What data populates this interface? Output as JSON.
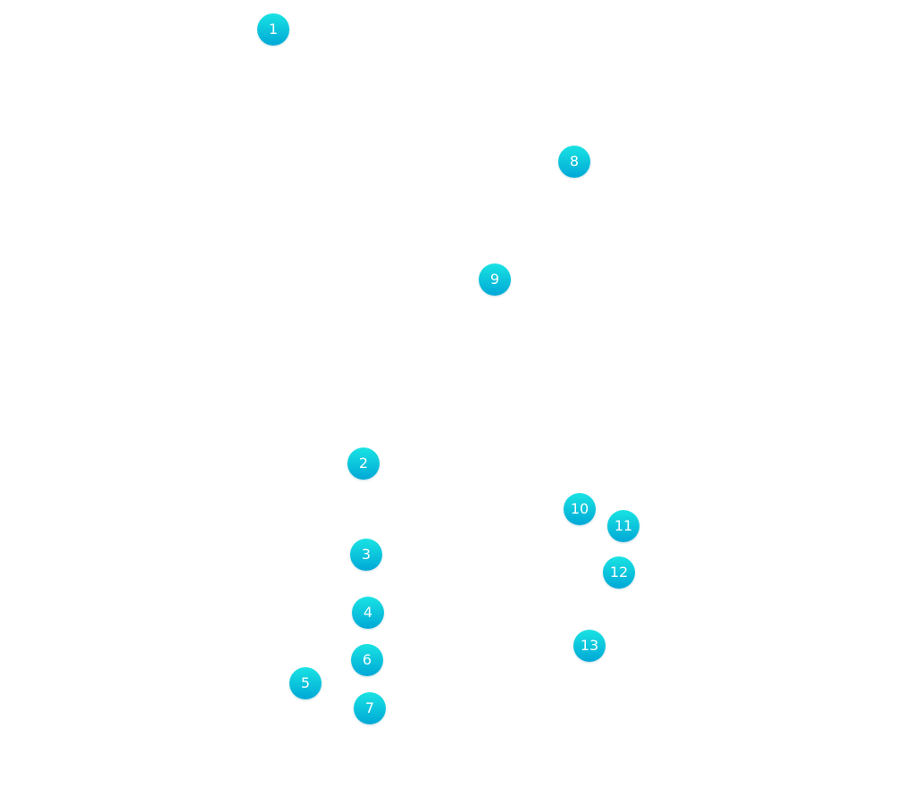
{
  "markers": [
    {
      "label": "1"
    },
    {
      "label": "2"
    },
    {
      "label": "3"
    },
    {
      "label": "4"
    },
    {
      "label": "5"
    },
    {
      "label": "6"
    },
    {
      "label": "7"
    },
    {
      "label": "8"
    },
    {
      "label": "9"
    },
    {
      "label": "10"
    },
    {
      "label": "11"
    },
    {
      "label": "12"
    },
    {
      "label": "13"
    }
  ],
  "colors": {
    "marker_top": "#19e3e3",
    "marker_bottom": "#00a8d6",
    "marker_text": "#ffffff",
    "background": "#ffffff"
  }
}
